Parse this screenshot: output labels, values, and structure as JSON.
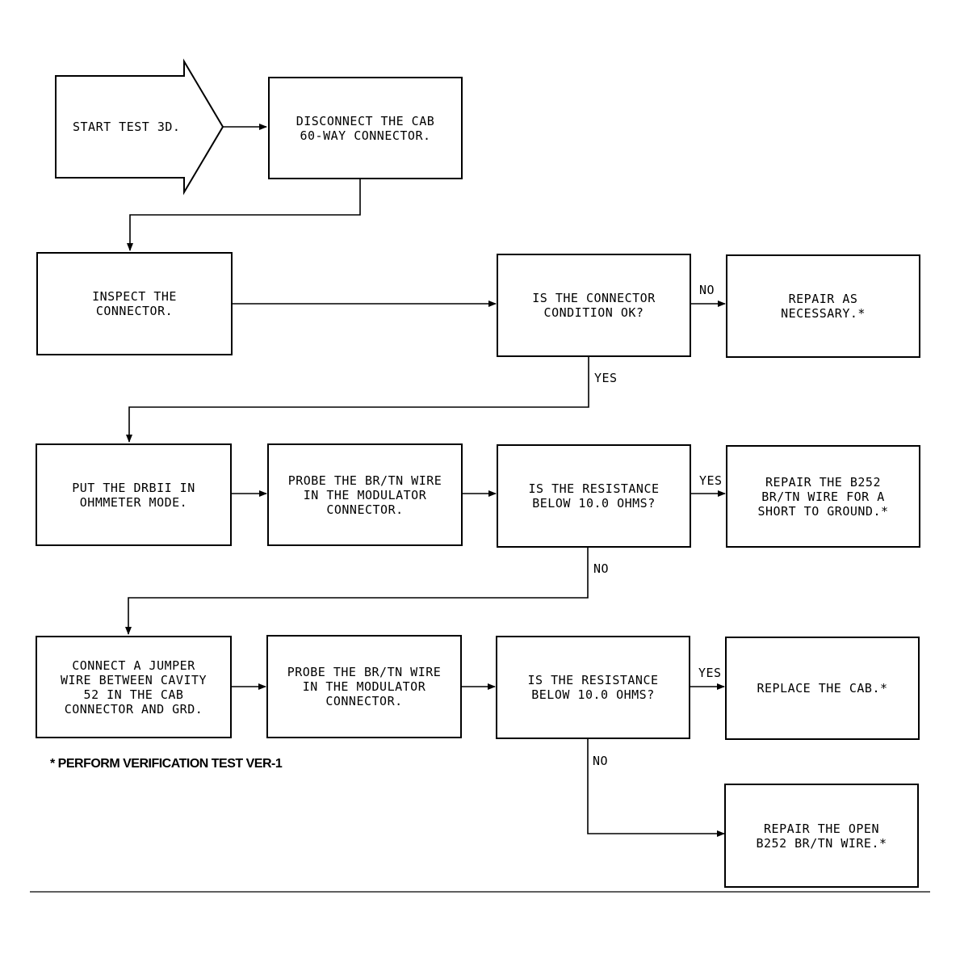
{
  "flowchart": {
    "start": "START TEST 3D.",
    "nodes": {
      "disconnect": "DISCONNECT THE CAB\n60-WAY CONNECTOR.",
      "inspect": "INSPECT THE\nCONNECTOR.",
      "condition_ok": "IS THE CONNECTOR\nCONDITION OK?",
      "repair_as_necessary": "REPAIR AS\nNECESSARY.*",
      "put_drbii": "PUT THE DRBII IN\nOHMMETER MODE.",
      "probe_1": "PROBE THE BR/TN WIRE\nIN THE MODULATOR\nCONNECTOR.",
      "resistance_1": "IS THE RESISTANCE\nBELOW 10.0 OHMS?",
      "repair_short": "REPAIR THE B252\nBR/TN WIRE FOR A\nSHORT TO GROUND.*",
      "connect_jumper": "CONNECT A JUMPER\nWIRE BETWEEN CAVITY\n52 IN THE CAB\nCONNECTOR AND GRD.",
      "probe_2": "PROBE THE BR/TN WIRE\nIN THE MODULATOR\nCONNECTOR.",
      "resistance_2": "IS THE RESISTANCE\nBELOW 10.0 OHMS?",
      "replace_cab": "REPLACE THE CAB.*",
      "repair_open": "REPAIR THE OPEN\nB252 BR/TN WIRE.*"
    },
    "edge_labels": {
      "condition_no": "NO",
      "condition_yes": "YES",
      "res1_yes": "YES",
      "res1_no": "NO",
      "res2_yes": "YES",
      "res2_no": "NO"
    },
    "footnote": "* PERFORM VERIFICATION TEST VER-1"
  }
}
